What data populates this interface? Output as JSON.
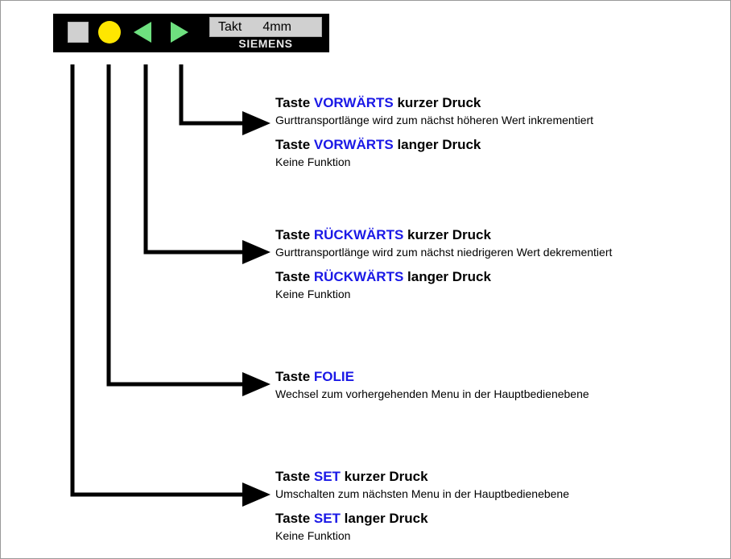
{
  "panel": {
    "name": "siemens-operator-panel",
    "brand": "SIEMENS",
    "display": {
      "label": "Takt",
      "value": "4mm"
    },
    "buttons": [
      {
        "name": "set-button",
        "icon": "square-icon",
        "color": "#d0d0d0"
      },
      {
        "name": "folie-button",
        "icon": "circle-icon",
        "color": "#ffe600"
      },
      {
        "name": "rueckwaerts-button",
        "icon": "triangle-left-icon",
        "color": "#6ee07f"
      },
      {
        "name": "vorwaerts-button",
        "icon": "triangle-right-icon",
        "color": "#6ee07f"
      }
    ],
    "colors": {
      "background": "#000000",
      "display_background": "#d0d0d0",
      "lamp": "#ffe600",
      "arrow": "#6ee07f",
      "brand_text": "#e8e8e8"
    }
  },
  "colors": {
    "key_text": "#1a18e6",
    "body_text": "#000000",
    "border": "#9a9a9a"
  },
  "annotations": [
    {
      "id": "vorwaerts",
      "entries": [
        {
          "prefix": "Taste ",
          "key": "VORWÄRTS",
          "suffix": " kurzer Druck",
          "desc": "Gurttransportlänge wird zum nächst höheren Wert inkrementiert"
        },
        {
          "prefix": "Taste ",
          "key": "VORWÄRTS",
          "suffix": " langer Druck",
          "desc": "Keine Funktion"
        }
      ]
    },
    {
      "id": "rueckwaerts",
      "entries": [
        {
          "prefix": "Taste ",
          "key": "RÜCKWÄRTS",
          "suffix": " kurzer Druck",
          "desc": "Gurttransportlänge wird zum nächst niedrigeren Wert dekrementiert"
        },
        {
          "prefix": "Taste ",
          "key": "RÜCKWÄRTS",
          "suffix": " langer Druck",
          "desc": "Keine Funktion"
        }
      ]
    },
    {
      "id": "folie",
      "entries": [
        {
          "prefix": "Taste ",
          "key": "FOLIE",
          "suffix": "",
          "desc": "Wechsel zum vorhergehenden Menu in der Hauptbedienebene"
        }
      ]
    },
    {
      "id": "set",
      "entries": [
        {
          "prefix": "Taste ",
          "key": "SET",
          "suffix": " kurzer Druck",
          "desc": "Umschalten zum nächsten Menu in der Hauptbedienebene"
        },
        {
          "prefix": "Taste ",
          "key": "SET",
          "suffix": " langer Druck",
          "desc": "Keine Funktion"
        }
      ]
    }
  ]
}
